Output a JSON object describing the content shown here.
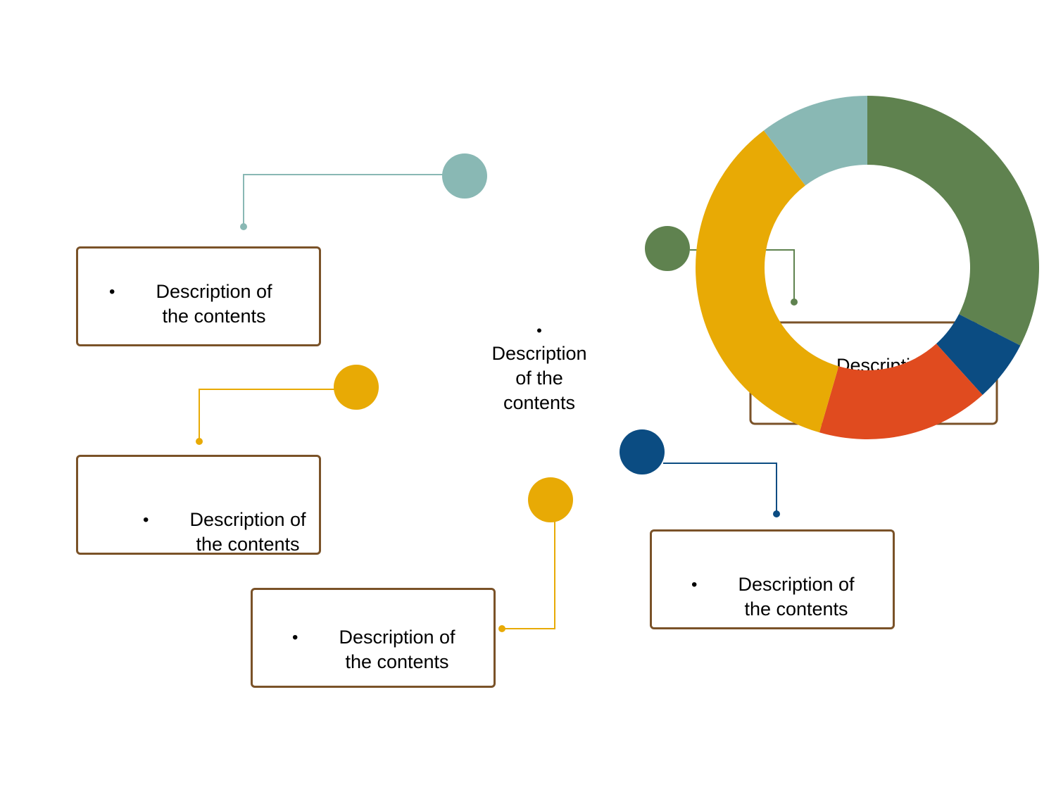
{
  "colors": {
    "teal": "#89b8b4",
    "green": "#5f824f",
    "gold": "#e8aa05",
    "blue": "#0b4c82",
    "red": "#e04b1f",
    "box_border": "#7a5228"
  },
  "bullet_glyph": "•",
  "boxes": [
    {
      "name": "box-teal",
      "line1": "Description of",
      "line2": "the contents"
    },
    {
      "name": "box-gold-left",
      "line1": "Description of",
      "line2": "the contents"
    },
    {
      "name": "box-gold-bottom",
      "line1": "Description of",
      "line2": "the contents"
    },
    {
      "name": "box-blue",
      "line1": "Description of",
      "line2": "the contents"
    },
    {
      "name": "box-green",
      "line1": "Description"
    }
  ],
  "center": {
    "bullet": "•",
    "lines": [
      "Description",
      "of the",
      "contents"
    ]
  },
  "chart_data": {
    "type": "pie",
    "style": "donut",
    "slices": [
      {
        "color": "#5f824f",
        "percent": 32.5
      },
      {
        "color": "#0b4c82",
        "percent": 5.8
      },
      {
        "color": "#e04b1f",
        "percent": 16.2
      },
      {
        "color": "#e8aa05",
        "percent": 35.2
      },
      {
        "color": "#89b8b4",
        "percent": 10.3
      }
    ],
    "start_angle_deg": 0,
    "direction": "clockwise"
  }
}
